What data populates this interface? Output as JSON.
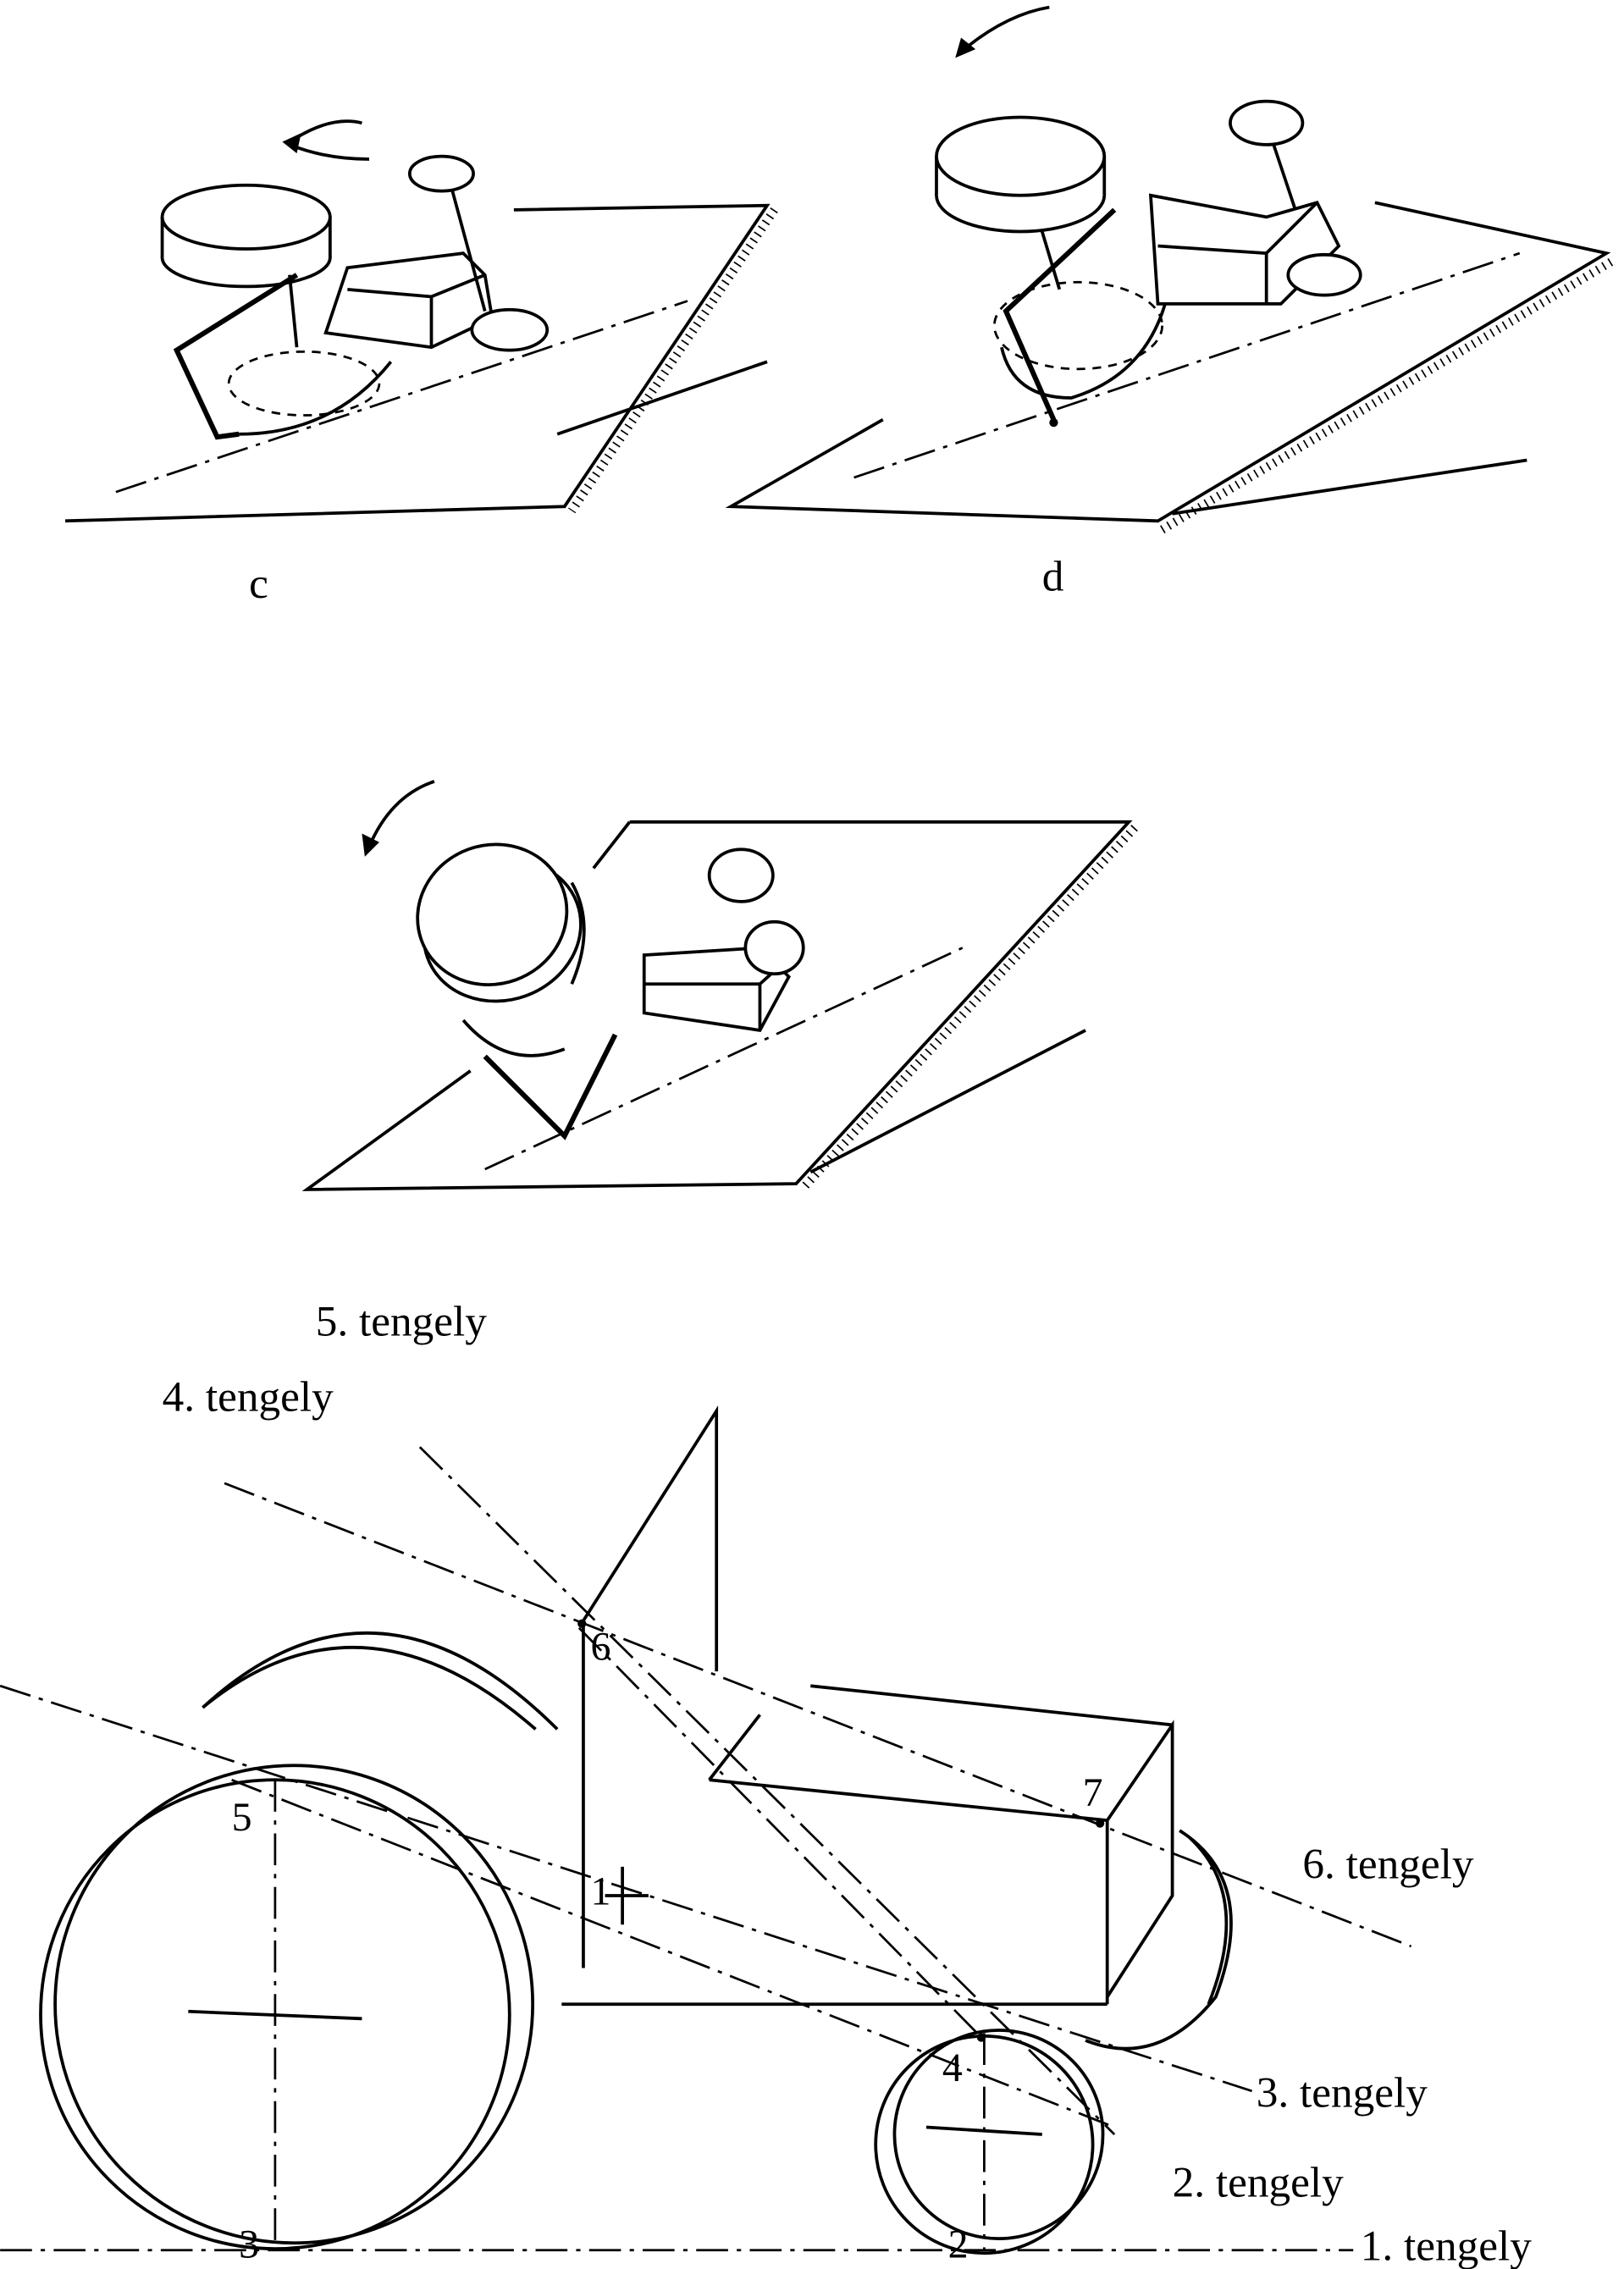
{
  "panels": {
    "c": "c",
    "d": "d"
  },
  "axes": {
    "a1": "1. tengely",
    "a2": "2. tengely",
    "a3": "3. tengely",
    "a4": "4. tengely",
    "a5": "5. tengely",
    "a6": "6. tengely"
  },
  "points": {
    "p1": "1",
    "p2": "2",
    "p3": "3",
    "p4": "4",
    "p5": "5",
    "p6": "6",
    "p7": "7"
  }
}
